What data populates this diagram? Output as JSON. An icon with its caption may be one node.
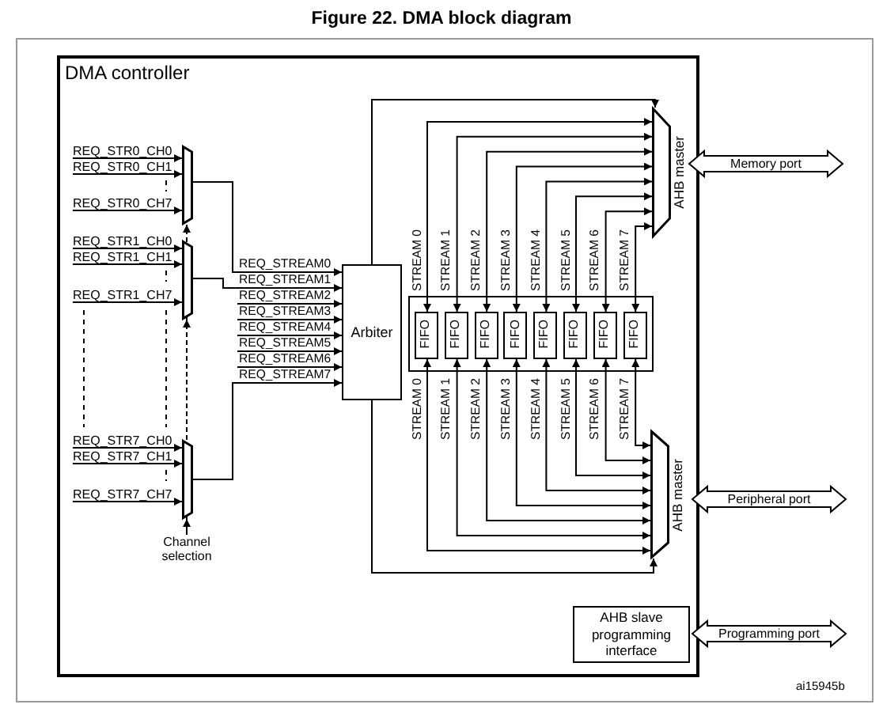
{
  "diagram": {
    "title": "Figure 22. DMA block diagram",
    "nodes": [
      {
        "text": [
          "DMA controller"
        ]
      },
      {
        "text": [
          "REQ_STR0_CH0"
        ],
        "in": 0
      },
      {
        "text": [
          "REQ_STR0_CH1"
        ],
        "in": 0
      },
      {
        "text": [
          "REQ_STR0_CH7"
        ],
        "in": 0
      },
      {
        "text": [
          "REQ_STR1_CH0"
        ],
        "in": 0
      },
      {
        "text": [
          "REQ_STR1_CH1"
        ],
        "in": 0
      },
      {
        "text": [
          "REQ_STR1_CH7"
        ],
        "in": 0
      },
      {
        "text": [
          "REQ_STR7_CH0"
        ],
        "in": 0
      },
      {
        "text": [
          "REQ_STR7_CH1"
        ],
        "in": 0
      },
      {
        "text": [
          "REQ_STR7_CH7"
        ],
        "in": 0
      },
      {
        "text": [],
        "shape": "trapezoid",
        "in": 0
      },
      {
        "text": [],
        "shape": "trapezoid",
        "in": 0
      },
      {
        "text": [],
        "shape": "trapezoid",
        "in": 0
      },
      {
        "text": [
          "Channel selection"
        ],
        "in": 0
      },
      {
        "text": [
          "Arbiter"
        ],
        "in": 0
      },
      {
        "text": [
          "AHB master"
        ],
        "in": 0
      },
      {
        "text": [],
        "shape": "box",
        "in": 0
      },
      {
        "text": [
          "FIFO"
        ],
        "in": 16
      },
      {
        "text": [
          "FIFO"
        ],
        "in": 16
      },
      {
        "text": [
          "FIFO"
        ],
        "in": 16
      },
      {
        "text": [
          "FIFO"
        ],
        "in": 16
      },
      {
        "text": [
          "FIFO"
        ],
        "in": 16
      },
      {
        "text": [
          "FIFO"
        ],
        "in": 16
      },
      {
        "text": [
          "FIFO"
        ],
        "in": 16
      },
      {
        "text": [
          "FIFO"
        ],
        "in": 16
      },
      {
        "text": [
          "AHB master"
        ],
        "in": 0
      },
      {
        "text": [
          "AHB slave programming interface"
        ],
        "in": 0
      },
      {
        "text": [
          "Memory port"
        ]
      },
      {
        "text": [
          "Peripheral port"
        ]
      },
      {
        "text": [
          "Programming port"
        ]
      }
    ],
    "edges": [
      {
        "from": 1,
        "to": 10,
        "arrow": "to"
      },
      {
        "from": 2,
        "to": 10,
        "arrow": "to"
      },
      {
        "from": 3,
        "to": 10,
        "arrow": "to"
      },
      {
        "from": 4,
        "to": 11,
        "arrow": "to"
      },
      {
        "from": 5,
        "to": 11,
        "arrow": "to"
      },
      {
        "from": 6,
        "to": 11,
        "arrow": "to"
      },
      {
        "from": 7,
        "to": 12,
        "arrow": "to"
      },
      {
        "from": 8,
        "to": 12,
        "arrow": "to"
      },
      {
        "from": 9,
        "to": 12,
        "arrow": "to"
      },
      {
        "from": 13,
        "to": 12,
        "arrow": "to"
      },
      {
        "from": 13,
        "to": 11,
        "arrow": "to",
        "style": "dashed"
      },
      {
        "from": 13,
        "to": 10,
        "arrow": "to",
        "style": "dashed"
      },
      {
        "from": 10,
        "to": 14,
        "arrow": "to",
        "label": "REQ_STREAM0"
      },
      {
        "from": 11,
        "to": 14,
        "arrow": "to",
        "label": "REQ_STREAM1"
      },
      {
        "from": null,
        "to": 14,
        "arrow": "to",
        "label": "REQ_STREAM2"
      },
      {
        "from": null,
        "to": 14,
        "arrow": "to",
        "label": "REQ_STREAM3"
      },
      {
        "from": null,
        "to": 14,
        "arrow": "to",
        "label": "REQ_STREAM4"
      },
      {
        "from": null,
        "to": 14,
        "arrow": "to",
        "label": "REQ_STREAM5"
      },
      {
        "from": null,
        "to": 14,
        "arrow": "to",
        "label": "REQ_STREAM6"
      },
      {
        "from": 12,
        "to": 14,
        "arrow": "to",
        "label": "REQ_STREAM7"
      },
      {
        "from": 14,
        "to": 15,
        "arrow": "to"
      },
      {
        "from": 14,
        "to": 25,
        "arrow": "to"
      },
      {
        "from": 17,
        "to": 15,
        "arrow": "both",
        "label": "STREAM 0"
      },
      {
        "from": 18,
        "to": 15,
        "arrow": "both",
        "label": "STREAM 1"
      },
      {
        "from": 19,
        "to": 15,
        "arrow": "both",
        "label": "STREAM 2"
      },
      {
        "from": 20,
        "to": 15,
        "arrow": "both",
        "label": "STREAM 3"
      },
      {
        "from": 21,
        "to": 15,
        "arrow": "both",
        "label": "STREAM 4"
      },
      {
        "from": 22,
        "to": 15,
        "arrow": "both",
        "label": "STREAM 5"
      },
      {
        "from": 23,
        "to": 15,
        "arrow": "both",
        "label": "STREAM 6"
      },
      {
        "from": 24,
        "to": 15,
        "arrow": "both",
        "label": "STREAM 7"
      },
      {
        "from": 17,
        "to": 25,
        "arrow": "both",
        "label": "STREAM 0"
      },
      {
        "from": 18,
        "to": 25,
        "arrow": "both",
        "label": "STREAM 1"
      },
      {
        "from": 19,
        "to": 25,
        "arrow": "both",
        "label": "STREAM 2"
      },
      {
        "from": 20,
        "to": 25,
        "arrow": "both",
        "label": "STREAM 3"
      },
      {
        "from": 21,
        "to": 25,
        "arrow": "both",
        "label": "STREAM 4"
      },
      {
        "from": 22,
        "to": 25,
        "arrow": "both",
        "label": "STREAM 5"
      },
      {
        "from": 23,
        "to": 25,
        "arrow": "both",
        "label": "STREAM 6"
      },
      {
        "from": 24,
        "to": 25,
        "arrow": "both",
        "label": "STREAM 7"
      }
    ],
    "labels": [
      "ai15945b"
    ]
  }
}
